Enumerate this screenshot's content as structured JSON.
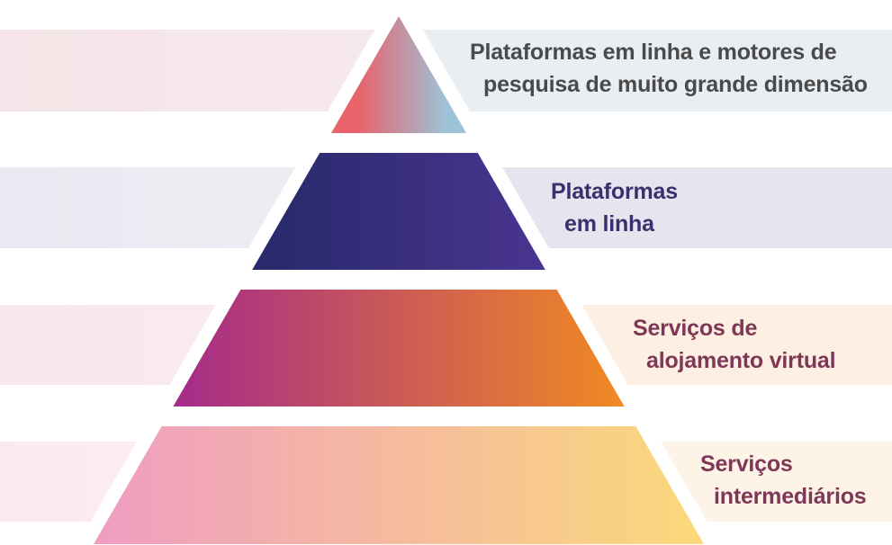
{
  "tiers": [
    {
      "id": "vlop",
      "line1": "Plataformas em linha e motores de",
      "line2": "pesquisa de muito grande dimensão",
      "text_color": "#4a4a4a",
      "band_color": "#e9eef3",
      "band_left_color": "#f5e5e8",
      "gradient": [
        "#e8636c",
        "#9cc3d8"
      ]
    },
    {
      "id": "online-platforms",
      "line1": "Plataformas",
      "line2": "em linha",
      "text_color": "#3b2f6e",
      "band_color": "#e7e3ef",
      "band_left_color": "#ebe8f1",
      "gradient": [
        "#26296a",
        "#4a3590"
      ]
    },
    {
      "id": "hosting",
      "line1": "Serviços de",
      "line2": "alojamento virtual",
      "text_color": "#7e3757",
      "band_color": "#fdf0e2",
      "band_left_color": "#f9e6ee",
      "gradient": [
        "#a52b8a",
        "#f18a22"
      ]
    },
    {
      "id": "intermediary",
      "line1": "Serviços",
      "line2": "intermediários",
      "text_color": "#7e3757",
      "band_color": "#fdf3e6",
      "band_left_color": "#fbe9f0",
      "gradient": [
        "#ef9dc2",
        "#fbd97a"
      ]
    }
  ]
}
